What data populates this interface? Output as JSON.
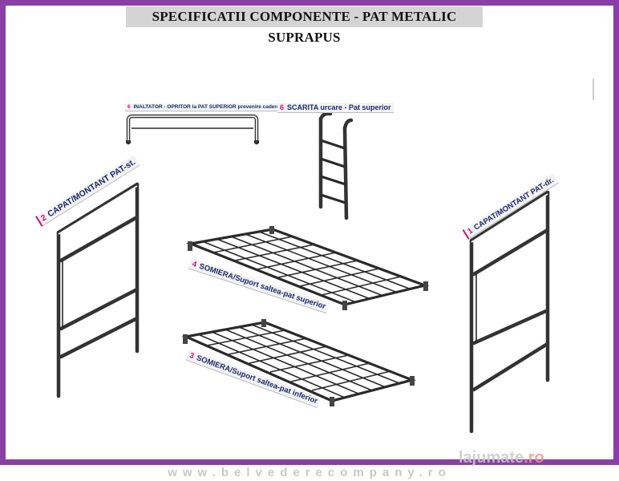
{
  "title": "SPECIFICATII COMPONENTE - PAT METALIC SUPRAPUS",
  "components": [
    {
      "num": "6",
      "label": "INALTATOR - OPRITOR la PAT SUPERIOR prevenire cadere"
    },
    {
      "num": "6",
      "label": "SCARITA urcare - Pat superior"
    },
    {
      "num": "2",
      "label": "CAPAT/MONTANT PAT-st."
    },
    {
      "num": "1",
      "label": "CAPAT/MONTANT PAT-dr."
    },
    {
      "num": "4",
      "label": "SOMIERA/Suport saltea-pat superior"
    },
    {
      "num": "3",
      "label": "SOMIERA/Suport saltea-pat inferior"
    }
  ],
  "footer": "www.belvederecompany.ro",
  "watermark": {
    "text": "lajumate",
    "suffix": ".ro"
  },
  "colors": {
    "frame": "#8a3ea6",
    "number": "#c8107a",
    "label": "#1a2a6c"
  }
}
